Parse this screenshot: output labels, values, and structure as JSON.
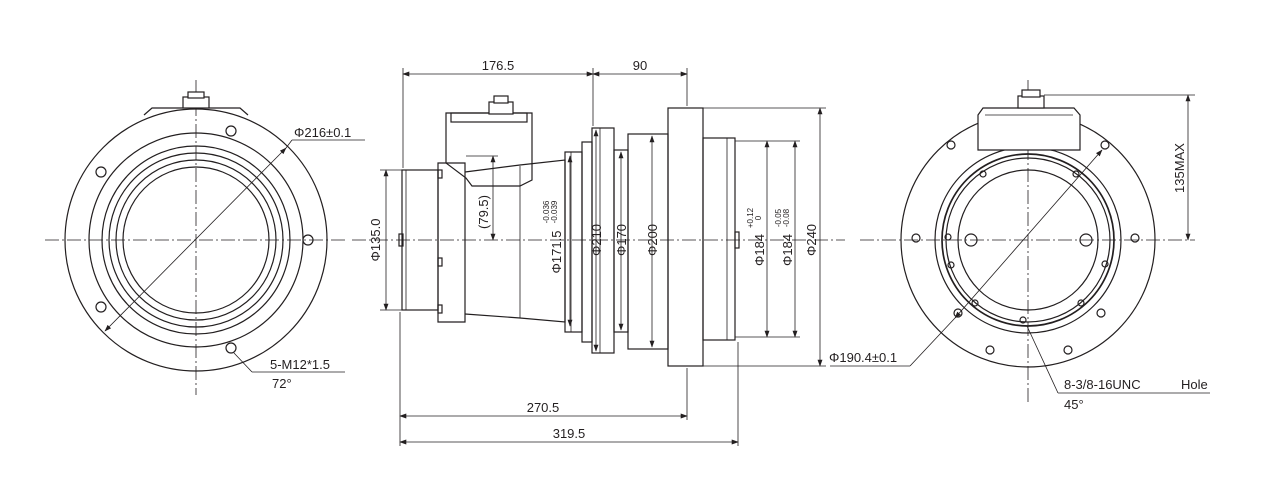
{
  "dimensions": {
    "d_176_5": "176.5",
    "d_90": "90",
    "d_270_5": "270.5",
    "d_319_5": "319.5",
    "phi_135": "Φ135.0",
    "len_79_5": "(79.5)",
    "phi_171_5": "Φ171.5",
    "tol_171_5_upper": "-0.036",
    "tol_171_5_lower": "-0.039",
    "phi_210": "Φ210",
    "phi_170": "Φ170",
    "phi_200": "Φ200",
    "phi_184_a": "Φ184",
    "tol_184_a_upper": "+0.12",
    "tol_184_a_lower": "0",
    "phi_184_b": "Φ184",
    "tol_184_b_upper": "-0.05",
    "tol_184_b_lower": "-0.08",
    "phi_240": "Φ240",
    "h_135_max": "135MAX"
  },
  "callouts": {
    "left_pcd": "Φ216±0.1",
    "left_holes": "5-M12*1.5",
    "left_angle": "72°",
    "right_pcd": "Φ190.4±0.1",
    "right_holes": "8-3/8-16UNC",
    "right_hole_word": "Hole",
    "right_angle": "45°"
  }
}
